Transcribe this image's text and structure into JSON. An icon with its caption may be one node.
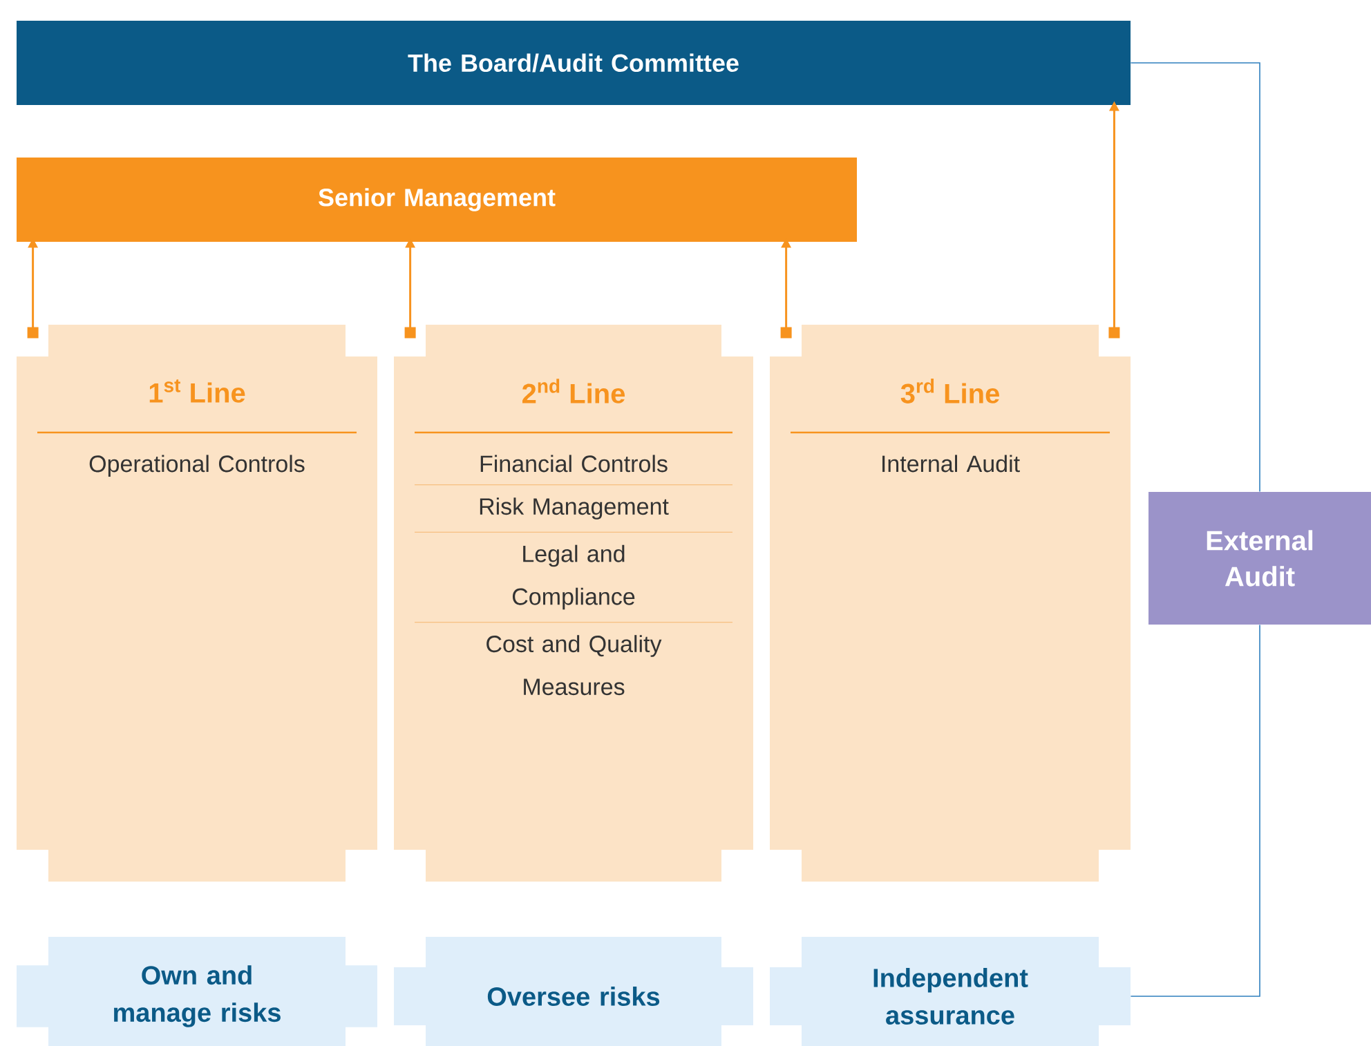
{
  "diagram": {
    "nodes": [
      {
        "text": [
          "The Board/Audit Committee"
        ]
      },
      {
        "text": [
          "Senior Management"
        ]
      },
      {
        "text": [
          "1$^{st}$ Line",
          "Operational Controls"
        ]
      },
      {
        "text": [
          "2$^{nd}$ Line",
          "Financial Controls",
          "Risk Management",
          "Legal and Compliance",
          "Cost and Quality Measures"
        ]
      },
      {
        "text": [
          "3$^{rd}$ Line",
          "Internal Audit"
        ]
      },
      {
        "text": [
          "External Audit"
        ]
      },
      {
        "text": [
          "Own and manage risks"
        ]
      },
      {
        "text": [
          "Oversee risks"
        ]
      },
      {
        "text": [
          "Independent assurance"
        ]
      }
    ],
    "edges": [
      {
        "from": 2,
        "to": 1,
        "arrow": "to"
      },
      {
        "from": 3,
        "to": 1,
        "arrow": "to"
      },
      {
        "from": 4,
        "to": 1,
        "arrow": "to"
      },
      {
        "from": 4,
        "to": 0,
        "arrow": "to"
      },
      {
        "from": 0,
        "to": 5,
        "arrow": "none",
        "color": "#2f7fbf"
      },
      {
        "from": 5,
        "to": 8,
        "arrow": "none",
        "color": "#2f7fbf"
      }
    ]
  }
}
